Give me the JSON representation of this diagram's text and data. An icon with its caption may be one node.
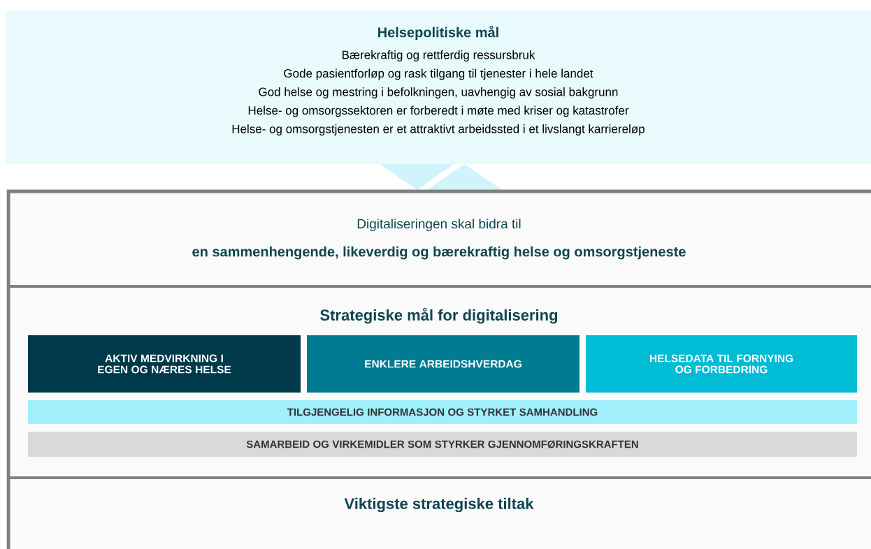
{
  "diagram": {
    "nodes": [
      {
        "text": [
          "Helsepolitiske mål",
          "Bærekraftig og rettferdig ressursbruk",
          "Gode pasientforløp og rask tilgang til tjenester i hele landet",
          "God helse og mestring i befolkningen, uavhengig av sosial bakgrunn",
          "Helse- og omsorgssektoren er forberedt i møte med kriser og katastrofer",
          "Helse- og omsorgstjenesten er et attraktivt arbeidssted i et livslangt karriereløp"
        ]
      },
      {
        "text": [
          "Digitaliseringen skal bidra til",
          "en sammenhengende, likeverdig og bærekraftig helse og omsorgstjeneste"
        ]
      },
      {
        "text": [
          "Strategiske mål for digitalisering"
        ]
      },
      {
        "text": [
          "AKTIV MEDVIRKNING I EGEN OG NÆRES HELSE"
        ],
        "in": 2
      },
      {
        "text": [
          "ENKLERE ARBEIDSHVERDAG"
        ],
        "in": 2
      },
      {
        "text": [
          "HELSEDATA TIL FORNYING OG FORBEDRING"
        ],
        "in": 2
      },
      {
        "text": [
          "TILGJENGELIG INFORMASJON OG STYRKET SAMHANDLING"
        ],
        "in": 2
      },
      {
        "text": [
          "SAMARBEID OG VIRKEMIDLER SOM STYRKER GJENNOMFØRINGSKRAFTEN"
        ],
        "in": 2
      },
      {
        "text": [
          "Viktigste strategiske tiltak"
        ]
      }
    ],
    "edges": [
      {
        "from": 0,
        "to": 1,
        "arrow": "to"
      },
      {
        "from": 1,
        "to": 0,
        "arrow": "to"
      }
    ]
  }
}
